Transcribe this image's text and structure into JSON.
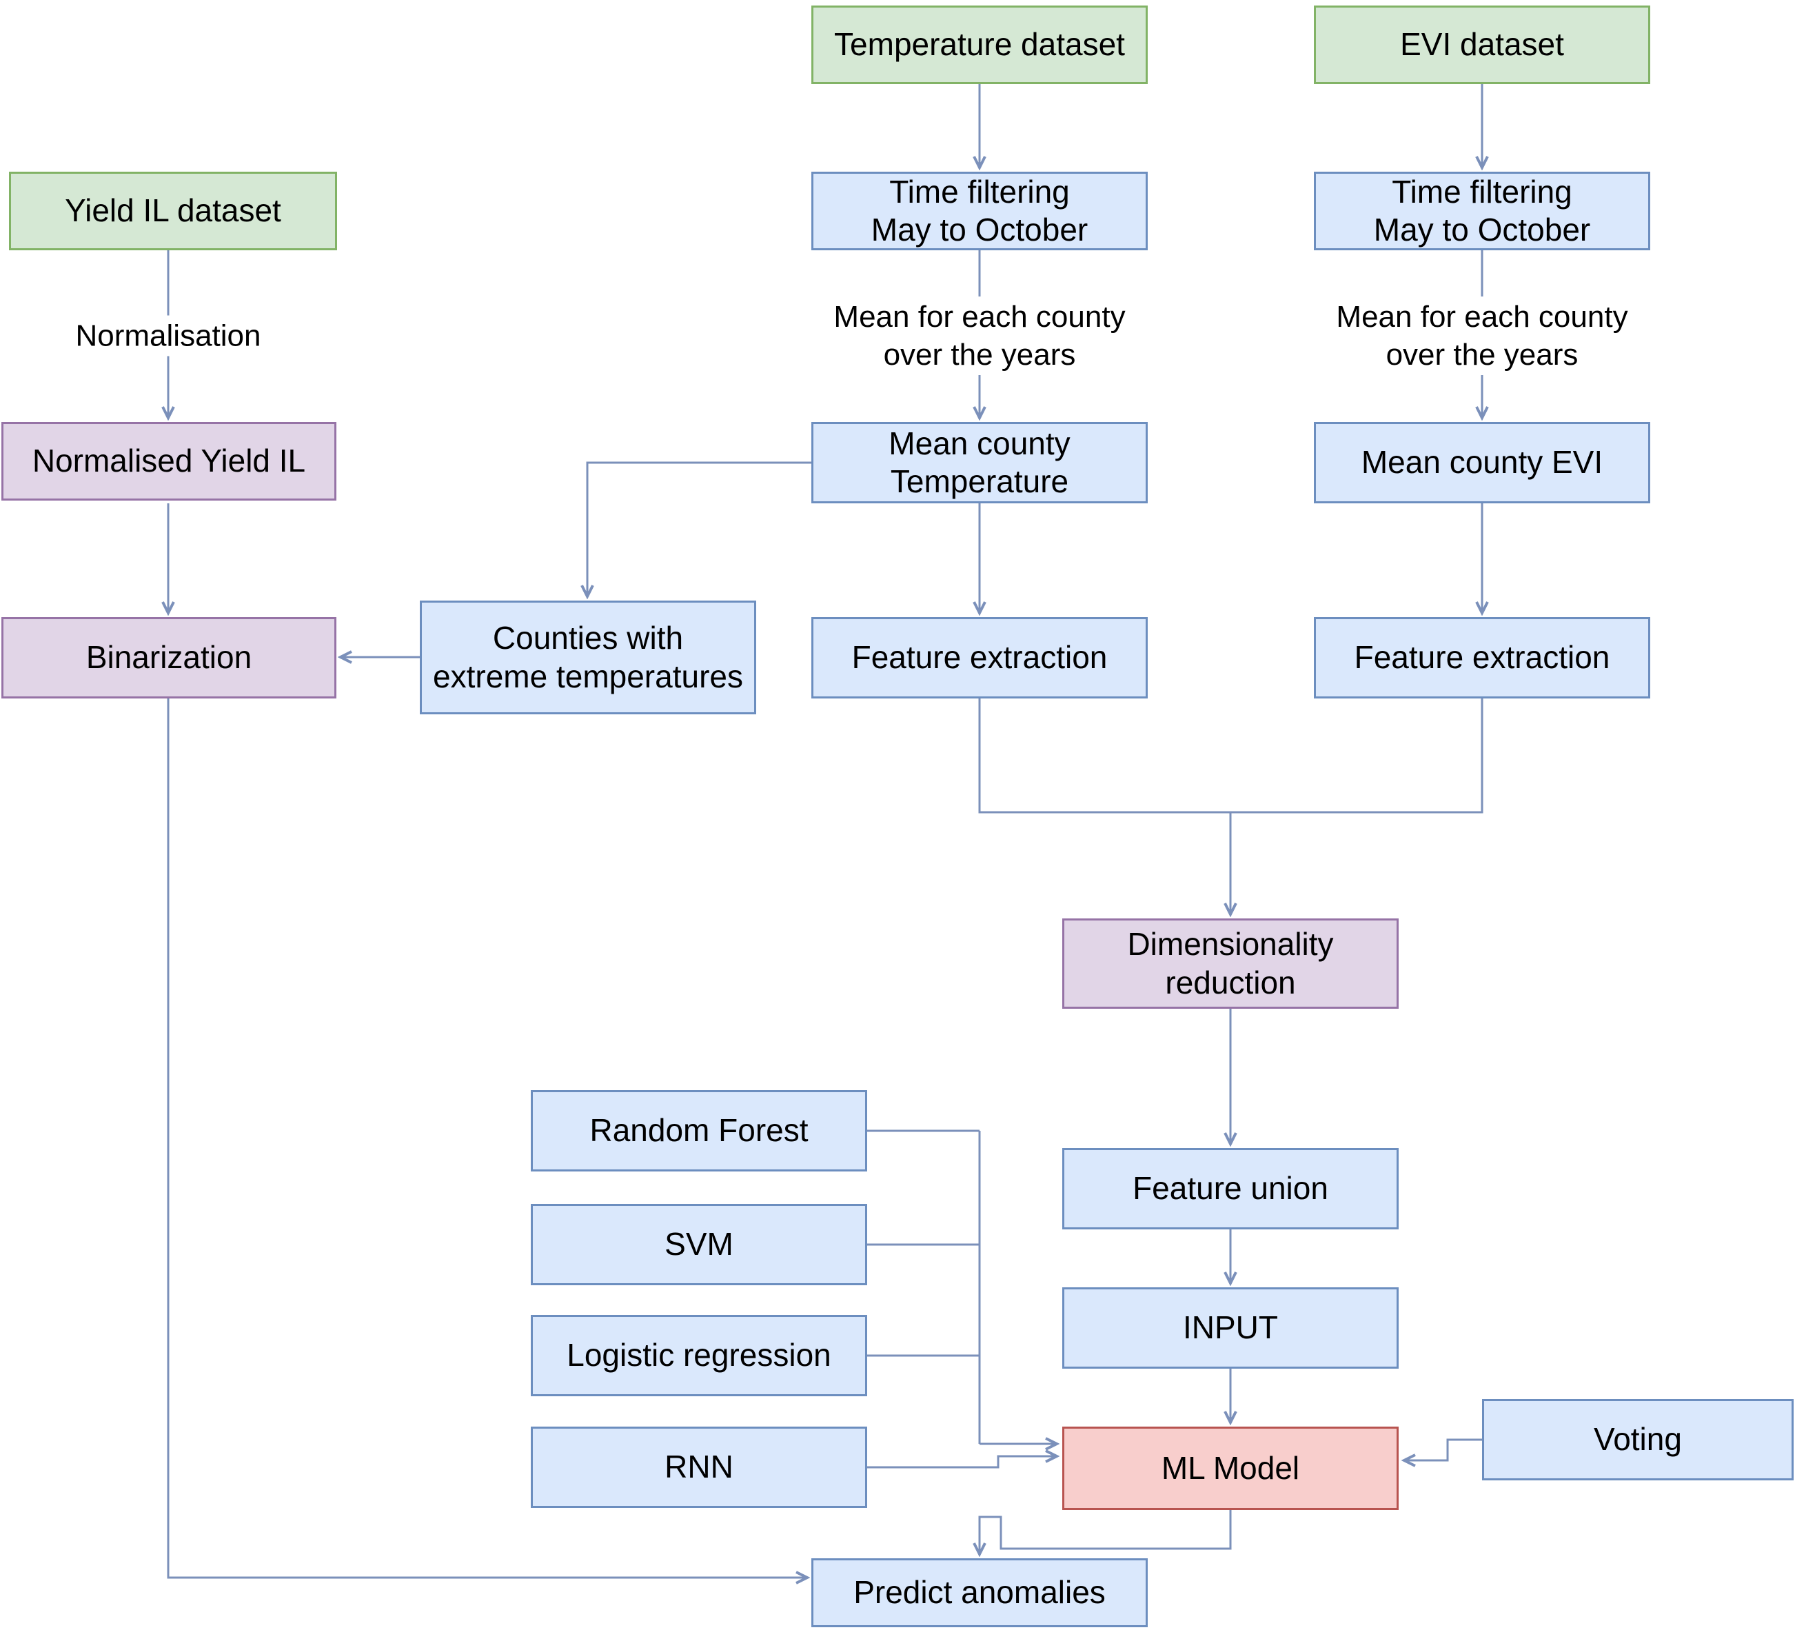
{
  "diagram": {
    "type": "flowchart",
    "description": "Machine learning pipeline for predicting crop yield anomalies from temperature and EVI data"
  },
  "colors": {
    "background": "#ffffff",
    "dataset_fill": "#d5e8d4",
    "dataset_stroke": "#82b366",
    "process_fill": "#dae8fc",
    "process_stroke": "#6c8ebf",
    "transform_fill": "#e1d5e7",
    "transform_stroke": "#9673a6",
    "model_fill": "#f8cecc",
    "model_stroke": "#b85450",
    "edge_color": "#7b90ba",
    "text_color": "#000000"
  },
  "nodes": {
    "yield_dataset": {
      "label": "Yield IL dataset",
      "type": "dataset"
    },
    "temp_dataset": {
      "label": "Temperature dataset",
      "type": "dataset"
    },
    "evi_dataset": {
      "label": "EVI dataset",
      "type": "dataset"
    },
    "temp_time_filter": {
      "label": "Time filtering\nMay to October",
      "type": "process"
    },
    "evi_time_filter": {
      "label": "Time filtering\nMay to October",
      "type": "process"
    },
    "normalised_yield": {
      "label": "Normalised Yield IL",
      "type": "transform"
    },
    "mean_county_temp": {
      "label": "Mean county\nTemperature",
      "type": "process"
    },
    "mean_county_evi": {
      "label": "Mean county EVI",
      "type": "process"
    },
    "counties_extreme": {
      "label": "Counties with\nextreme temperatures",
      "type": "process"
    },
    "binarization": {
      "label": "Binarization",
      "type": "transform"
    },
    "feature_extraction_temp": {
      "label": "Feature extraction",
      "type": "process"
    },
    "feature_extraction_evi": {
      "label": "Feature extraction",
      "type": "process"
    },
    "dimensionality_reduction": {
      "label": "Dimensionality\nreduction",
      "type": "transform"
    },
    "random_forest": {
      "label": "Random Forest",
      "type": "process"
    },
    "feature_union": {
      "label": "Feature union",
      "type": "process"
    },
    "svm": {
      "label": "SVM",
      "type": "process"
    },
    "input": {
      "label": "INPUT",
      "type": "process"
    },
    "logistic_regression": {
      "label": "Logistic regression",
      "type": "process"
    },
    "voting": {
      "label": "Voting",
      "type": "process"
    },
    "rnn": {
      "label": "RNN",
      "type": "process"
    },
    "ml_model": {
      "label": "ML Model",
      "type": "model"
    },
    "predict_anomalies": {
      "label": "Predict anomalies",
      "type": "process"
    }
  },
  "edge_labels": {
    "normalisation": "Normalisation",
    "mean_temp": "Mean for each county\nover the years",
    "mean_evi": "Mean for each county\nover the years"
  },
  "edges": [
    {
      "from": "temp_dataset",
      "to": "temp_time_filter",
      "label": ""
    },
    {
      "from": "evi_dataset",
      "to": "evi_time_filter",
      "label": ""
    },
    {
      "from": "yield_dataset",
      "to": "normalised_yield",
      "label": "Normalisation"
    },
    {
      "from": "temp_time_filter",
      "to": "mean_county_temp",
      "label": "Mean for each county over the years"
    },
    {
      "from": "evi_time_filter",
      "to": "mean_county_evi",
      "label": "Mean for each county over the years"
    },
    {
      "from": "normalised_yield",
      "to": "binarization",
      "label": ""
    },
    {
      "from": "mean_county_temp",
      "to": "counties_extreme",
      "label": ""
    },
    {
      "from": "counties_extreme",
      "to": "binarization",
      "label": ""
    },
    {
      "from": "mean_county_temp",
      "to": "feature_extraction_temp",
      "label": ""
    },
    {
      "from": "mean_county_evi",
      "to": "feature_extraction_evi",
      "label": ""
    },
    {
      "from": "feature_extraction_temp",
      "to": "dimensionality_reduction",
      "label": ""
    },
    {
      "from": "feature_extraction_evi",
      "to": "dimensionality_reduction",
      "label": ""
    },
    {
      "from": "dimensionality_reduction",
      "to": "feature_union",
      "label": ""
    },
    {
      "from": "feature_union",
      "to": "input",
      "label": ""
    },
    {
      "from": "input",
      "to": "ml_model",
      "label": ""
    },
    {
      "from": "random_forest",
      "to": "ml_model",
      "label": ""
    },
    {
      "from": "svm",
      "to": "ml_model",
      "label": ""
    },
    {
      "from": "logistic_regression",
      "to": "ml_model",
      "label": ""
    },
    {
      "from": "rnn",
      "to": "ml_model",
      "label": ""
    },
    {
      "from": "voting",
      "to": "ml_model",
      "label": ""
    },
    {
      "from": "ml_model",
      "to": "predict_anomalies",
      "label": ""
    },
    {
      "from": "binarization",
      "to": "predict_anomalies",
      "label": ""
    }
  ]
}
